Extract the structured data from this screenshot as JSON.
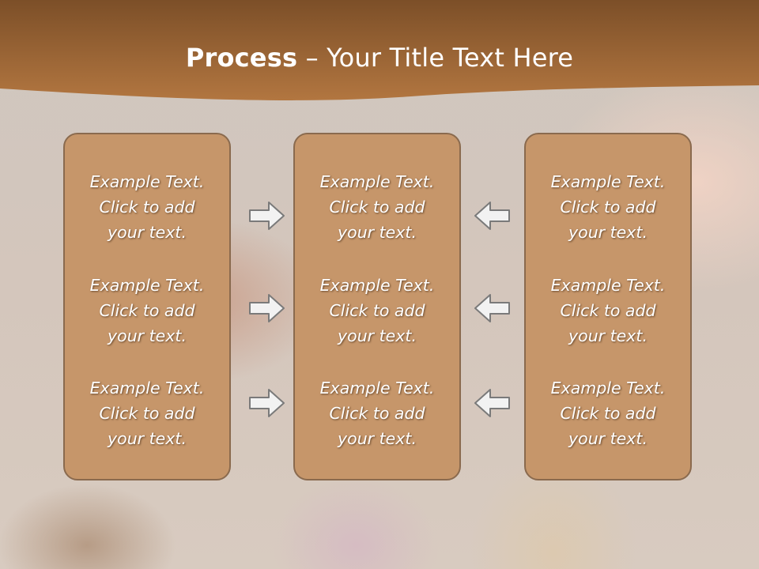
{
  "title": {
    "bold": "Process",
    "rest": " – Your Title Text Here"
  },
  "columns": [
    {
      "items": [
        "Example Text.\nClick  to add\nyour text.",
        "Example Text.\nClick  to add\nyour text.",
        "Example Text.\nClick  to add\nyour text."
      ]
    },
    {
      "items": [
        "Example Text.\nClick  to add\nyour text.",
        "Example Text.\nClick  to add\nyour text.",
        "Example Text.\nClick  to add\nyour text."
      ]
    },
    {
      "items": [
        "Example Text.\nClick  to add\nyour text.",
        "Example Text.\nClick  to add\nyour text.",
        "Example Text.\nClick  to add\nyour text."
      ]
    }
  ],
  "arrows": {
    "left_group": "arrow-right-icon",
    "right_group": "arrow-left-icon"
  },
  "colors": {
    "header": "#8a5a2e",
    "box_fill": "#c6966a",
    "box_border": "#8a6a4e",
    "text": "#ffffff"
  }
}
